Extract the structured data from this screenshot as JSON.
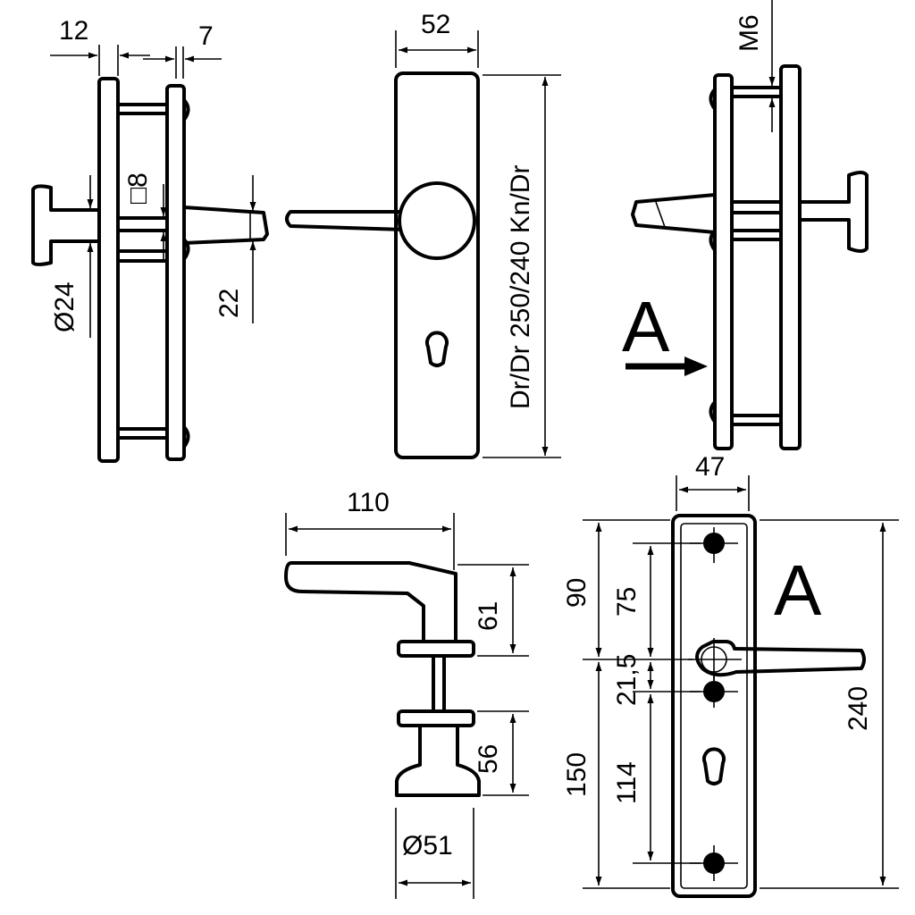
{
  "drawing": {
    "side_view_left": {
      "dim_plate_thickness": "12",
      "dim_rose_thickness": "7",
      "dim_square_spindle": "□8",
      "dim_knob_diameter": "Ø24",
      "dim_lever_neck": "22"
    },
    "front_view": {
      "dim_width": "52",
      "dim_height": "Dr/Dr 250/240 Kn/Dr"
    },
    "side_view_right": {
      "dim_screw": "M6",
      "view_arrow_label": "A"
    },
    "lever_detail": {
      "dim_lever_length": "110",
      "dim_lever_height": "61",
      "dim_knob_height": "56",
      "dim_knob_diameter": "Ø51"
    },
    "view_a": {
      "title": "A",
      "dim_width": "47",
      "dim_upper": "90",
      "dim_upper_inner": "75",
      "dim_middle": "21,5",
      "dim_lower": "150",
      "dim_lower_inner": "114",
      "dim_total": "240"
    }
  }
}
